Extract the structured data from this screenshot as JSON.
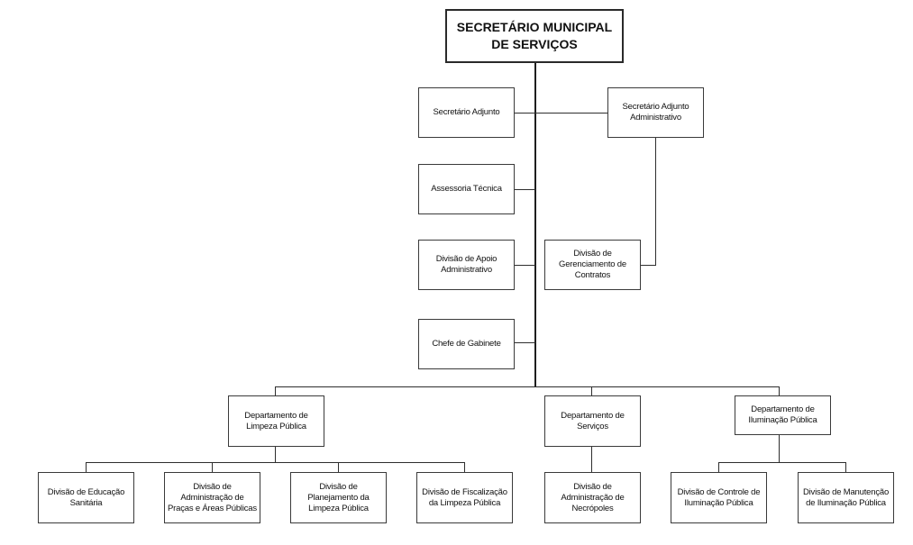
{
  "top": "SECRETÁRIO MUNICIPAL DE SERVIÇOS",
  "staff": {
    "adjunto": "Secretário Adjunto",
    "adjunto_adm": "Secretário Adjunto Administrativo",
    "assessoria": "Assessoria Técnica",
    "apoio": "Divisão de Apoio Administrativo",
    "contratos": "Divisão de Gerenciamento de Contratos",
    "gabinete": "Chefe de Gabinete"
  },
  "departments": {
    "limpeza": {
      "label": "Departamento de Limpeza Pública",
      "divisions": [
        "Divisão de Educação Sanitária",
        "Divisão de Administração de Praças e Áreas Públicas",
        "Divisão de Planejamento da Limpeza Pública",
        "Divisão de Fiscalização da Limpeza Pública"
      ]
    },
    "servicos": {
      "label": "Departamento de Serviços",
      "divisions": [
        "Divisão de Administração de Necrópoles"
      ]
    },
    "iluminacao": {
      "label": "Departamento de Iluminação Pública",
      "divisions": [
        "Divisão de Controle de Iluminação Pública",
        "Divisão de Manutenção de Iluminação Pública"
      ]
    }
  }
}
